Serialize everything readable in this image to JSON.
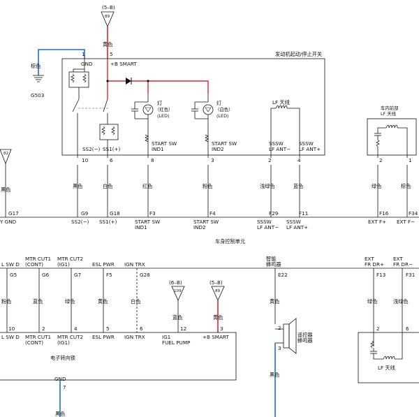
{
  "colors": {
    "black": "#111111",
    "red": "#e0262d",
    "blue": "#1f6fd1",
    "background": "#ffffff"
  },
  "top": {
    "fuse_ref": "(5–B)",
    "fuse_num": "89",
    "wire_yellow": "黄色",
    "ground_wire": "棕色",
    "ground_name": "G503"
  },
  "start_switch": {
    "title": "发动机起动/停止开关",
    "pin1": "1",
    "pin5": "5",
    "gnd": "GND",
    "bsmart": "+B SMART",
    "lamp_red_label": "灯",
    "lamp_red_color": "（红色）",
    "lamp_red_led": "(LED)",
    "lamp_white_label": "灯",
    "lamp_white_color": "（白色）",
    "lamp_white_led": "(LED)",
    "ss2": "SS2(−)",
    "ss1": "SS1(+)",
    "start_ind1_a": "START SW",
    "start_ind1_b": "IND1",
    "start_ind2_a": "START SW",
    "start_ind2_b": "IND2",
    "pin10": "10",
    "pin6": "6",
    "pin8": "8",
    "pin3": "3"
  },
  "lf_antenna": {
    "title": "LF 天线",
    "ssw_minus_a": "SSSW",
    "ssw_minus_b": "LF ANT−",
    "ssw_plus_a": "SSSW",
    "ssw_plus_b": "LF ANT+",
    "pin2": "2",
    "pin4": "4"
  },
  "front_antenna": {
    "title_a": "车内前部",
    "title_b": "LF 天线",
    "pin2": "2",
    "pin1": "1"
  },
  "left_ground": {
    "num": "82",
    "wire": "黑色"
  },
  "wires_row1": {
    "black1": "黑色",
    "white1": "白色",
    "red1": "红色",
    "pink1": "粉色",
    "lightgreen1": "浅绿色",
    "blue1": "蓝色",
    "green1": "绿色",
    "brown1": "棕色"
  },
  "bcm_top": {
    "g17": "G17",
    "g9": "G9",
    "g18": "G18",
    "f3": "F3",
    "f4": "F4",
    "f29": "F29",
    "f11": "F11",
    "f16": "F16",
    "f34": "F34",
    "lbl_gnd": "Y GND",
    "lbl_ss2": "SS2(−)",
    "lbl_ss1": "SS1(+)",
    "lbl_ind1_a": "START SW",
    "lbl_ind1_b": "IND1",
    "lbl_ind2_a": "START SW",
    "lbl_ind2_b": "IND2",
    "lbl_lfm_a": "SSSW",
    "lbl_lfm_b": "LF ANT−",
    "lbl_lfp_a": "SSSW",
    "lbl_lfp_b": "LF ANT+",
    "lbl_extp": "EXT F+",
    "lbl_extm": "EXT F−",
    "title": "车身控制单元"
  },
  "bcm_bottom": {
    "lsw_a": "L SW D",
    "mtr1_a": "MTR CUT1",
    "mtr1_b": "(CONT)",
    "mtr2_a": "MTR CUT2",
    "mtr2_b": "(IG1)",
    "esl": "ESL PWR",
    "ign": "IGN TRX",
    "buzzer_a": "智能",
    "buzzer_b": "蜂鸣器",
    "ext_dr_p_a": "EXT",
    "ext_dr_p_b": "FR DR+",
    "ext_dr_m_a": "EXT",
    "ext_dr_m_b": "FR DR−",
    "g5": "G5",
    "g6": "G6",
    "g7": "G7",
    "f5": "F5",
    "g28": "G28",
    "e22": "E22",
    "f13": "F13",
    "f31": "F31"
  },
  "wires_row2": {
    "pink2": "粉色",
    "blue2": "蓝色",
    "green2": "绿色",
    "yellow2": "黄色",
    "white2": "白色",
    "blue3": "蓝色",
    "yellow3": "黄色",
    "yellow4": "黄色",
    "green3": "绿色",
    "lightgreen2": "浅绿色",
    "black3": "黑色",
    "black4": "黑色"
  },
  "mid_fuses": {
    "f1_ref": "(6–B)",
    "f1_num": "109",
    "f2_ref": "(5–B)",
    "f2_num": "89"
  },
  "esl_unit": {
    "pin10": "10",
    "pin2": "2",
    "pin4": "4",
    "pin5": "5",
    "pin6": "6",
    "pin12": "12",
    "pin3": "3",
    "lsw": "L SW D",
    "mtr1_a": "MTR CUT1",
    "mtr1_b": "(CONT)",
    "mtr2_a": "MTR CUT2",
    "mtr2_b": "(IG1)",
    "esl": "ESL PWR",
    "ign": "IGN TRX",
    "ig1_a": "IG1",
    "ig1_b": "FUEL PUMP",
    "bsmart": "+B SMART",
    "title": "电子转向锁",
    "gnd": "GND",
    "pin7": "7"
  },
  "buzzer": {
    "pin2": "2",
    "pin3": "3",
    "label_a": "遥控器",
    "label_b": "蜂鸣器"
  },
  "door_antenna": {
    "pin2": "2",
    "pin6": "6",
    "label": "LF 天线"
  }
}
